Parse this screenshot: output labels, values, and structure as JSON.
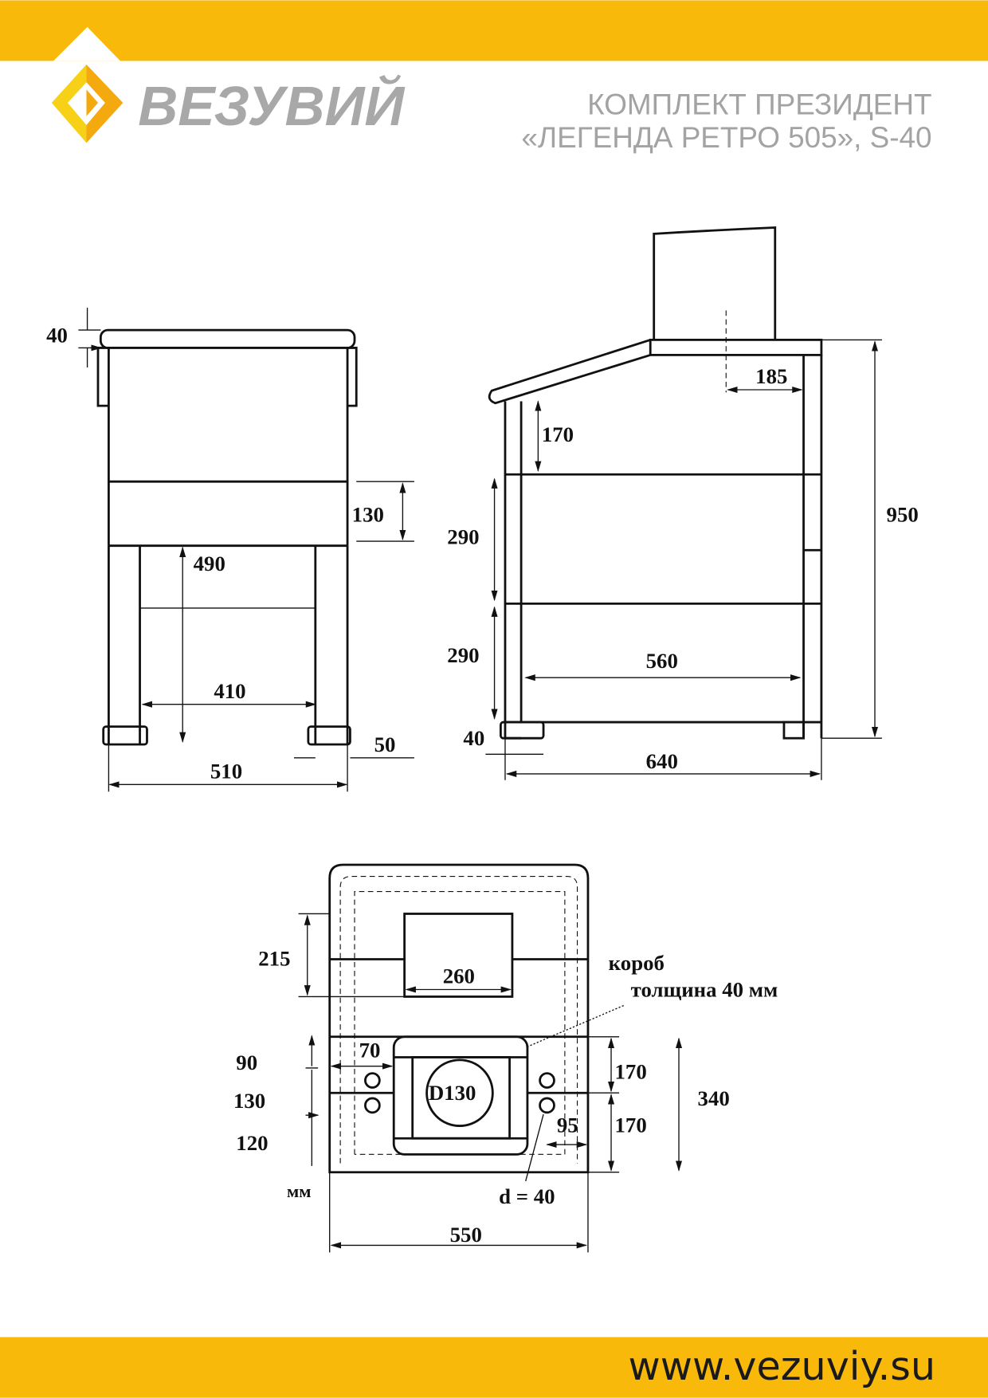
{
  "header": {
    "brand": "ВЕЗУВИЙ",
    "title_line1": "КОМПЛЕКТ ПРЕЗИДЕНТ",
    "title_line2": "«ЛЕГЕНДА РЕТРО 505», S-40"
  },
  "footer": {
    "url": "www.vezuviy.su"
  },
  "colors": {
    "accent": "#f9b90b",
    "logo_light": "#f7d117",
    "logo_dark": "#f4a90f",
    "text_gray": "#a3a3a3"
  },
  "front_view": {
    "d40": "40",
    "d130": "130",
    "d490": "490",
    "d410": "410",
    "d510": "510",
    "d50": "50"
  },
  "side_view": {
    "d185": "185",
    "d170": "170",
    "d950": "950",
    "d290a": "290",
    "d290b": "290",
    "d560": "560",
    "d40": "40",
    "d640": "640"
  },
  "plan_view": {
    "d215": "215",
    "d260": "260",
    "korob": "короб",
    "thickness": "толщина 40 мм",
    "d90": "90",
    "d130": "130",
    "d120": "120",
    "d70": "70",
    "door": "D130",
    "d170a": "170",
    "d170b": "170",
    "d340": "340",
    "d95": "95",
    "hole": "d = 40",
    "units": "мм",
    "d550": "550"
  }
}
